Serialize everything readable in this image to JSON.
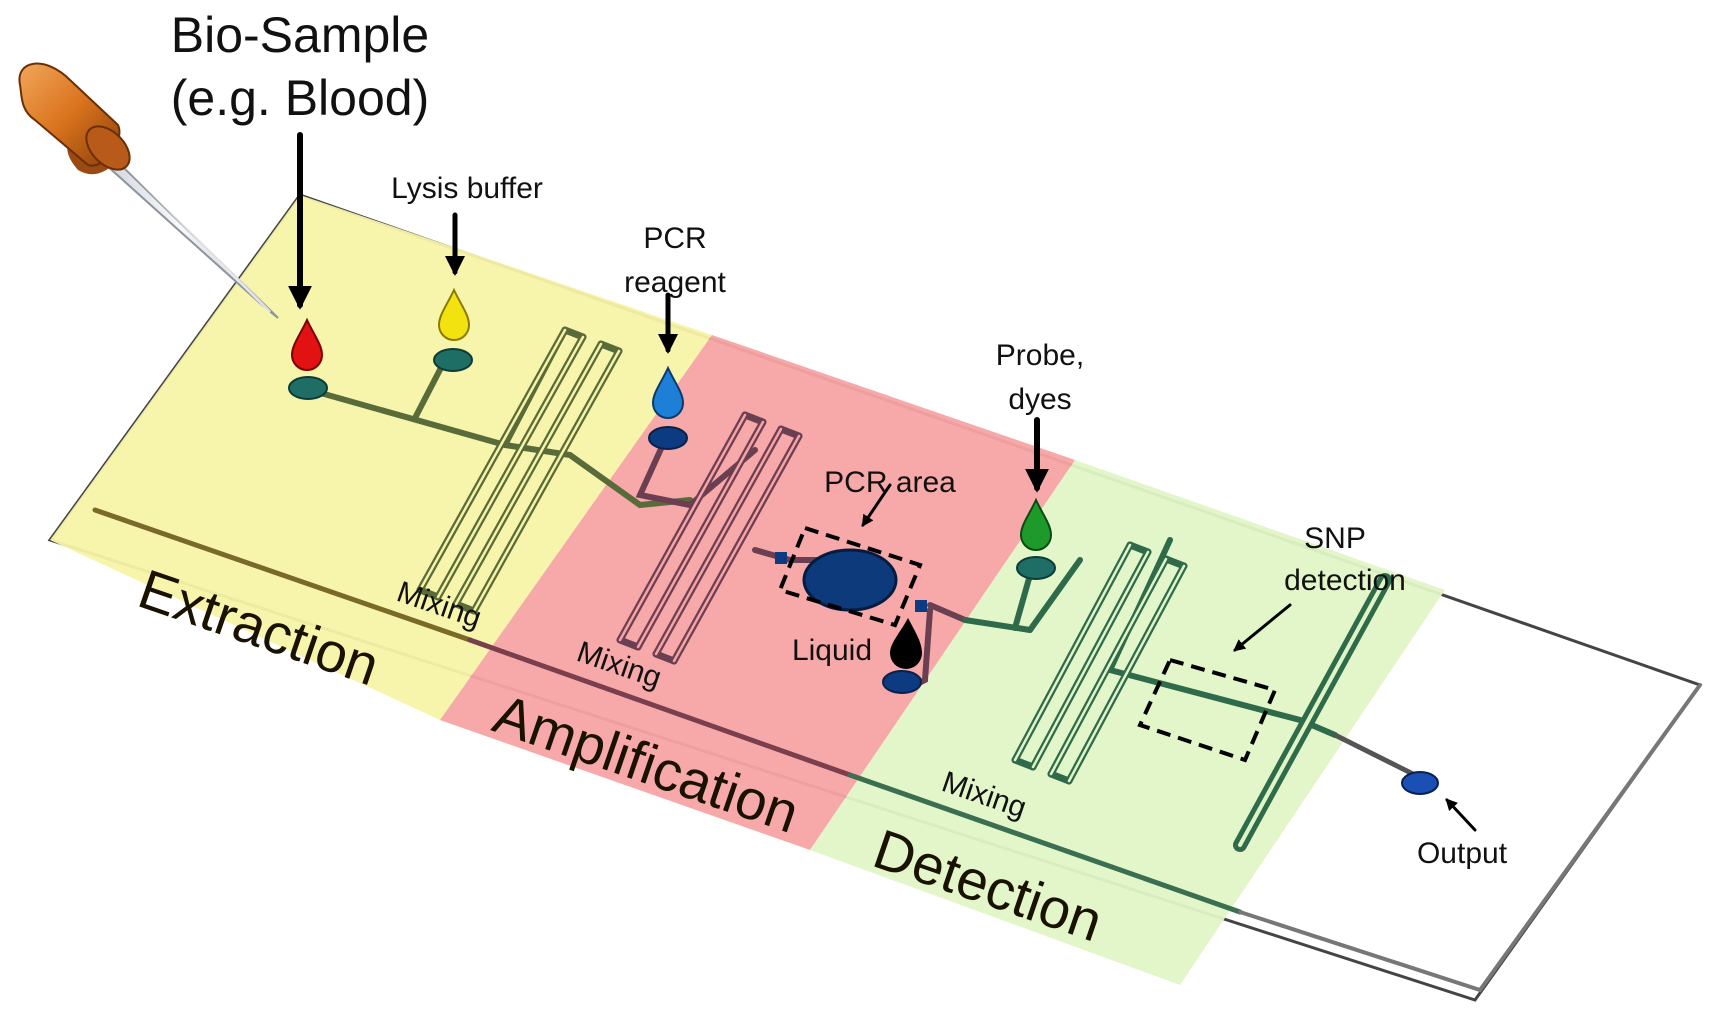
{
  "title": {
    "line1": "Bio-Sample",
    "line2": "(e.g. Blood)"
  },
  "inputs": {
    "lysis_buffer": "Lysis buffer",
    "pcr_reagent_1": "PCR",
    "pcr_reagent_2": "reagent",
    "probe_1": "Probe,",
    "probe_2": "dyes"
  },
  "zones": {
    "extraction": "Extraction",
    "amplification": "Amplification",
    "detection": "Detection"
  },
  "labels": {
    "mixing_1": "Mixing",
    "mixing_2": "Mixing",
    "mixing_3": "Mixing",
    "pcr_area": "PCR area",
    "liquid": "Liquid",
    "snp_1": "SNP",
    "snp_2": "detection",
    "output": "Output"
  },
  "colors": {
    "extraction_zone": "#f7f3a6",
    "amplification_zone": "#f7a3a3",
    "detection_zone": "#e0f5c7",
    "channel_extraction": "#5a6b3a",
    "channel_amplification": "#6b3f52",
    "channel_detection": "#2f6b4a",
    "blood_drop": "#e21212",
    "lysis_drop": "#f2e20f",
    "pcr_drop": "#1e7fd6",
    "probe_drop": "#1e9a2a",
    "pcr_chamber": "#0c3a7a",
    "reservoir_green": "#1f6e66",
    "reservoir_blue": "#0d3b82"
  },
  "icons": [
    "dropper-icon",
    "droplet-icon",
    "arrow-icon"
  ]
}
